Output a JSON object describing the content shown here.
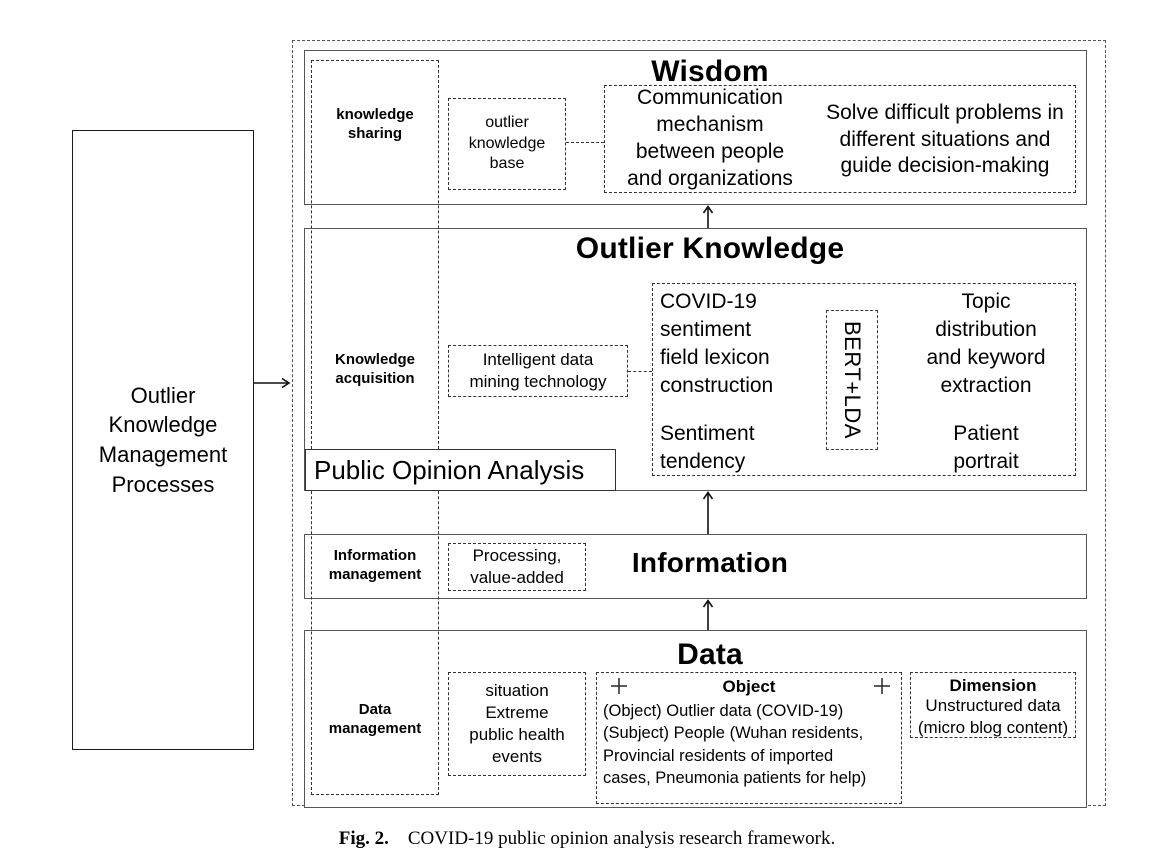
{
  "process_box": {
    "label": "Outlier\nKnowledge\nManagement\nProcesses"
  },
  "layers": {
    "wisdom": {
      "title": "Wisdom",
      "stage_label": "knowledge\nsharing",
      "knowledge_base": "outlier\nknowledge\nbase",
      "communication": "Communication\nmechanism\nbetween people\nand organizations",
      "solve": "Solve difficult problems in\ndifferent situations and\nguide decision-making"
    },
    "outlier_knowledge": {
      "title": "Outlier Knowledge",
      "stage_label": "Knowledge\nacquisition",
      "technology": "Intelligent data\nmining technology",
      "lexicon": "COVID-19\nsentiment\nfield lexicon\nconstruction",
      "sentiment": "Sentiment\ntendency",
      "model": "BERT+LDA",
      "topic": "Topic\ndistribution\nand keyword\nextraction",
      "patient": "Patient\nportrait",
      "public_opinion": "Public Opinion Analysis"
    },
    "information": {
      "title": "Information",
      "stage_label": "Information\nmanagement",
      "processing": "Processing,\nvalue-added"
    },
    "data": {
      "title": "Data",
      "stage_label": "Data\nmanagement",
      "situation": "situation\nExtreme\npublic health\nevents",
      "object_title": "Object",
      "object_body": "(Object) Outlier data (COVID-19)\n(Subject) People (Wuhan residents,\nProvincial residents of imported\ncases, Pneumonia patients for help)",
      "dimension_title": "Dimension",
      "dimension_body": "Unstructured data\n(micro blog content)",
      "plus_symbol": "+"
    }
  },
  "caption": {
    "figure_number": "Fig. 2.",
    "text": "COVID-19 public opinion analysis research framework."
  },
  "colors": {
    "stroke": "#333333",
    "box_border": "#555555",
    "text": "#000000",
    "background": "#ffffff"
  }
}
